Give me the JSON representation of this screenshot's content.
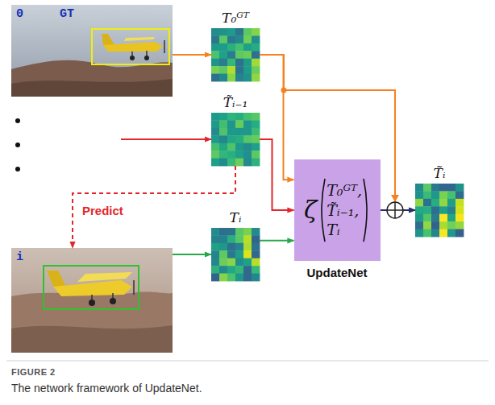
{
  "diagram": {
    "caption": "The network framework of UpdateNet.",
    "nodes": [
      {
        "text": [
          "0",
          "GT"
        ]
      },
      {
        "text": [
          "T₀ᴳᵀ"
        ]
      },
      {
        "text": [
          "T̃ᵢ₋₁"
        ]
      },
      {
        "text": [
          "ζ",
          "T₀ᴳᵀ, T̃ᵢ₋₁, Tᵢ",
          "UpdateNet"
        ]
      },
      {
        "text": [
          "T̃ᵢ"
        ]
      },
      {
        "text": [
          "i"
        ]
      },
      {
        "text": [
          "Tᵢ"
        ]
      }
    ],
    "edges": [
      {
        "from": 0,
        "to": 1,
        "arrow": "to"
      },
      {
        "from": 1,
        "to": 3,
        "arrow": "to"
      },
      {
        "from": 1,
        "to": 4,
        "arrow": "to"
      },
      {
        "from": 2,
        "to": 3,
        "arrow": "to"
      },
      {
        "from": 6,
        "to": 3,
        "arrow": "to"
      },
      {
        "from": 3,
        "to": 4,
        "arrow": "to"
      },
      {
        "from": 2,
        "to": 5,
        "label": "Predict",
        "arrow": "to"
      },
      {
        "from": 5,
        "to": 6,
        "arrow": "to"
      }
    ],
    "labels": [
      "FIGURE 2"
    ]
  }
}
